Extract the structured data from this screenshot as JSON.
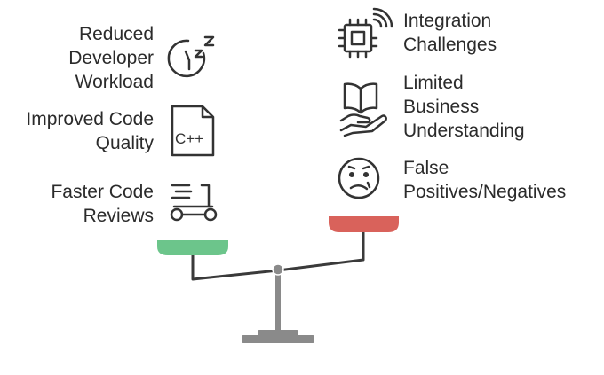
{
  "pros": [
    {
      "label": "Reduced\nDeveloper\nWorkload",
      "icon": "sleep-clock-icon"
    },
    {
      "label": "Improved Code\nQuality",
      "icon": "cpp-file-icon"
    },
    {
      "label": "Faster Code\nReviews",
      "icon": "scooter-icon"
    }
  ],
  "cons": [
    {
      "label": "Integration\nChallenges",
      "icon": "wireless-chip-icon"
    },
    {
      "label": "Limited\nBusiness\nUnderstanding",
      "icon": "book-in-hand-icon"
    },
    {
      "label": "False\nPositives/Negatives",
      "icon": "confused-face-icon"
    }
  ],
  "colors": {
    "pros_pan": "#6cc58b",
    "cons_pan": "#d9625b",
    "scale": "#8a8a8a",
    "icon_stroke": "#333333",
    "text": "#2b2b2b"
  }
}
